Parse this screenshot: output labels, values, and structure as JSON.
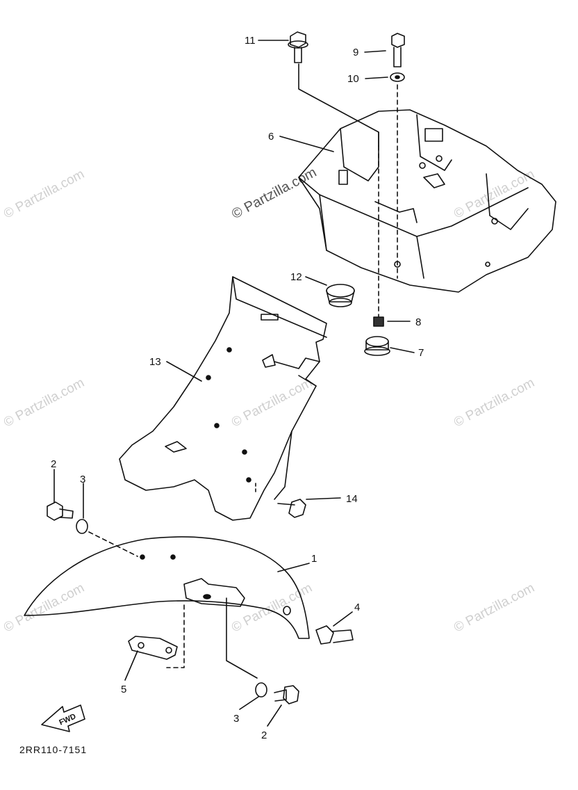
{
  "watermark": "© Partzilla.com",
  "callouts": {
    "p1": "1",
    "p2a": "2",
    "p2b": "2",
    "p3a": "3",
    "p3b": "3",
    "p4": "4",
    "p5": "5",
    "p6": "6",
    "p7": "7",
    "p8": "8",
    "p9": "9",
    "p10": "10",
    "p11": "11",
    "p12": "12",
    "p13": "13",
    "p14": "14"
  },
  "fwd_label": "FWD",
  "diagram_code": "2RR110-7151"
}
